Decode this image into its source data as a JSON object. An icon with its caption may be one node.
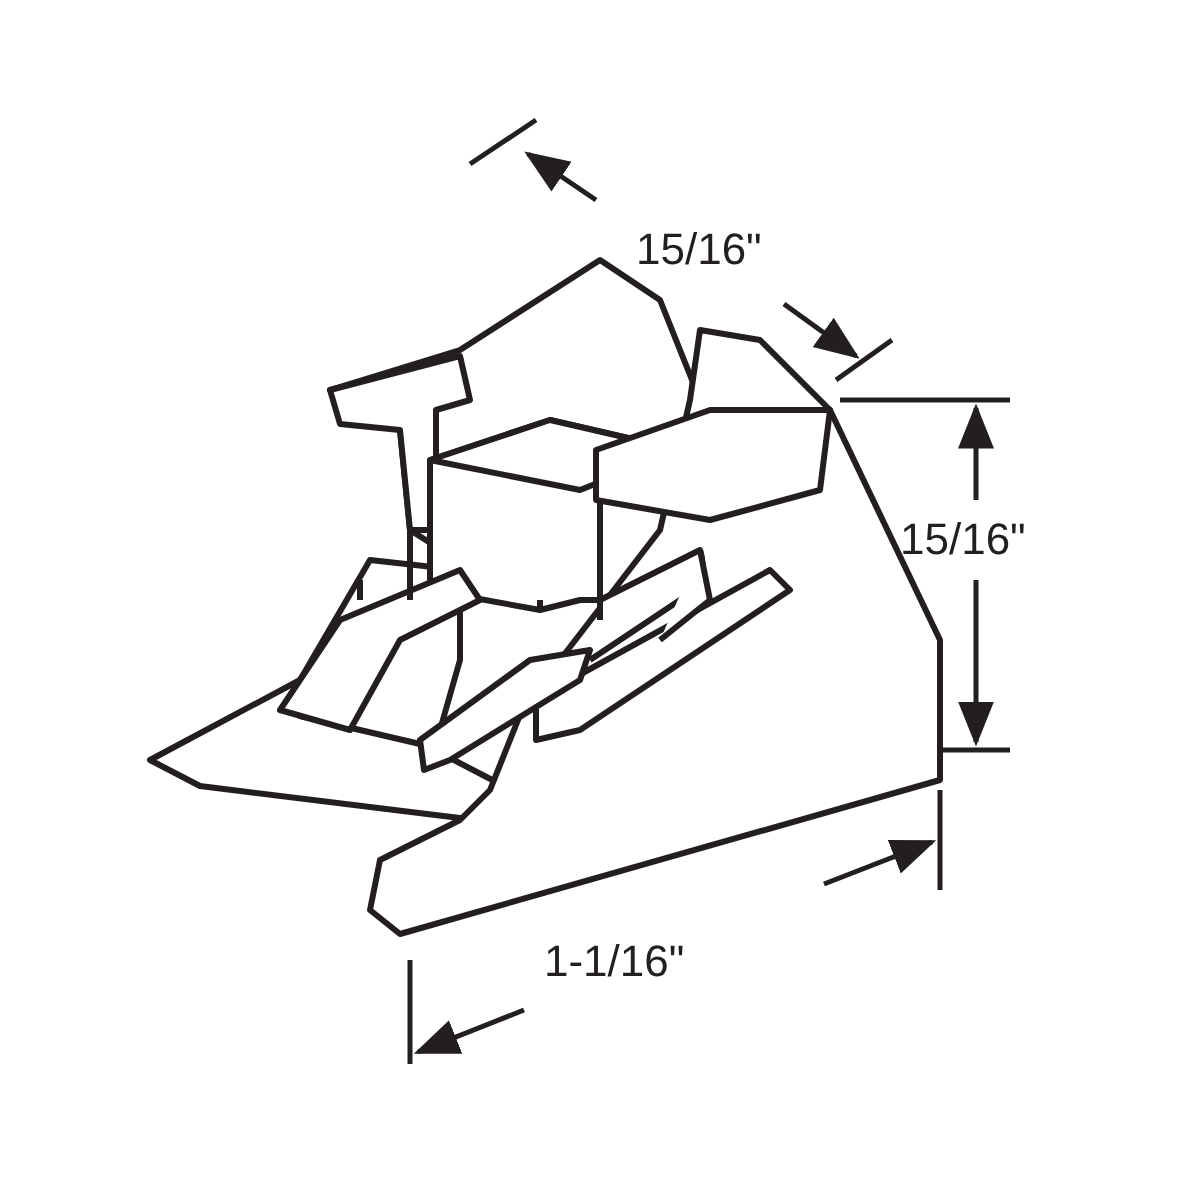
{
  "diagram": {
    "labels": [
      "15/16\"",
      "15/16\"",
      "1-1/16\""
    ]
  }
}
